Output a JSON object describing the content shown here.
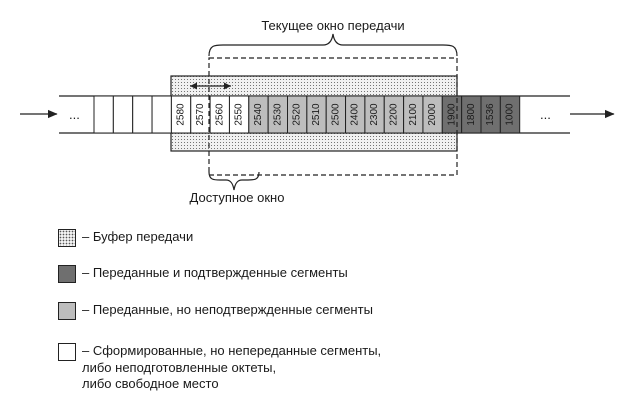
{
  "labels": {
    "current_window": "Текущее окно передачи",
    "available_window": "Доступное окно",
    "ellipsis_left": "...",
    "ellipsis_right": "..."
  },
  "cells": [
    {
      "value": "",
      "state": "free"
    },
    {
      "value": "",
      "state": "free"
    },
    {
      "value": "",
      "state": "free"
    },
    {
      "value": "",
      "state": "free"
    },
    {
      "value": "2580",
      "state": "free"
    },
    {
      "value": "2570",
      "state": "free"
    },
    {
      "value": "2560",
      "state": "free"
    },
    {
      "value": "2550",
      "state": "free"
    },
    {
      "value": "2540",
      "state": "sent_unacked"
    },
    {
      "value": "2530",
      "state": "sent_unacked"
    },
    {
      "value": "2520",
      "state": "sent_unacked"
    },
    {
      "value": "2510",
      "state": "sent_unacked"
    },
    {
      "value": "2500",
      "state": "sent_unacked"
    },
    {
      "value": "2400",
      "state": "sent_unacked"
    },
    {
      "value": "2300",
      "state": "sent_unacked"
    },
    {
      "value": "2200",
      "state": "sent_unacked"
    },
    {
      "value": "2100",
      "state": "sent_unacked"
    },
    {
      "value": "2000",
      "state": "sent_unacked"
    },
    {
      "value": "1900",
      "state": "acked"
    },
    {
      "value": "1800",
      "state": "acked"
    },
    {
      "value": "1536",
      "state": "acked"
    },
    {
      "value": "1000",
      "state": "acked"
    }
  ],
  "legend": [
    {
      "key": "buffer",
      "text": [
        "– Буфер передачи"
      ]
    },
    {
      "key": "acked",
      "text": [
        "– Переданные и подтвержденные сегменты"
      ]
    },
    {
      "key": "sent_unacked",
      "text": [
        "– Переданные, но неподтвержденные сегменты"
      ]
    },
    {
      "key": "free",
      "text": [
        "– Сформированные, но непереданные сегменты,",
        "либо неподготовленные октеты,",
        "либо свободное место"
      ]
    }
  ],
  "colors": {
    "acked": "#6f6f6f",
    "sent_unacked": "#bdbdbd",
    "free": "#ffffff",
    "buffer_bg": "#f1f1f1",
    "buffer_dot": "#555555",
    "stroke": "#222222"
  }
}
